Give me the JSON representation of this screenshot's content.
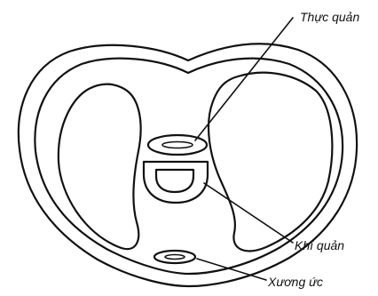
{
  "labels": {
    "esophagus": "Thực quản",
    "trachea": "Khí quản",
    "sternum": "Xương ức"
  },
  "colors": {
    "ink": "#111111",
    "background": "#ffffff"
  }
}
